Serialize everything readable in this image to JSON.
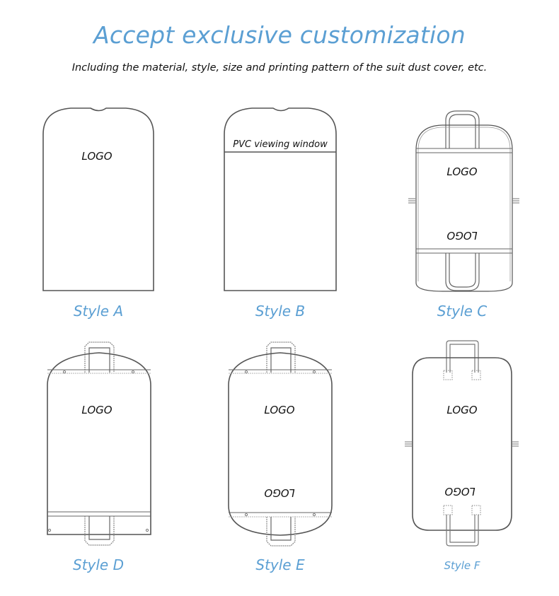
{
  "header": {
    "title": "Accept exclusive customization",
    "subtitle": "Including the material, style, size and printing pattern of the suit dust cover, etc."
  },
  "styles": [
    {
      "id": "A",
      "label": "Style A",
      "logos": [
        "LOGO"
      ]
    },
    {
      "id": "B",
      "label": "Style B",
      "window_label": "PVC viewing window"
    },
    {
      "id": "C",
      "label": "Style C",
      "logos": [
        "LOGO",
        "LOGO"
      ]
    },
    {
      "id": "D",
      "label": "Style D",
      "logos": [
        "LOGO"
      ]
    },
    {
      "id": "E",
      "label": "Style E",
      "logos": [
        "LOGO",
        "LOGO"
      ]
    },
    {
      "id": "F",
      "label": "Style F",
      "logos": [
        "LOGO",
        "LOGO"
      ]
    }
  ],
  "colors": {
    "accent": "#5b9fd3",
    "outline": "#555555",
    "text": "#111111"
  }
}
